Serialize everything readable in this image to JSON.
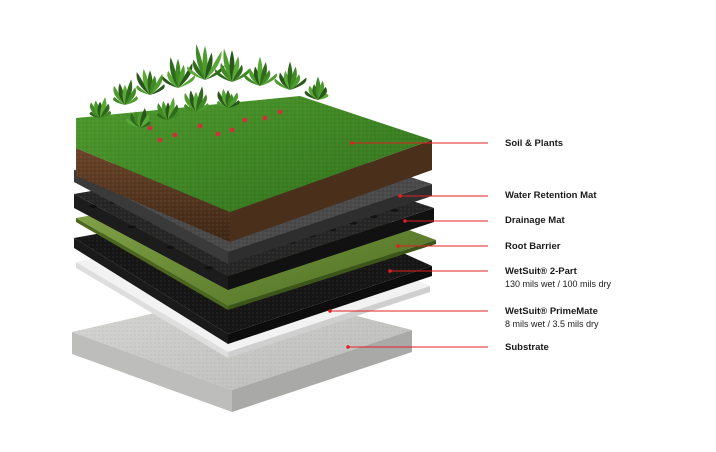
{
  "diagram": {
    "layers": [
      {
        "id": "soil",
        "name": "Soil & Plants",
        "detail": ""
      },
      {
        "id": "water",
        "name": "Water Retention Mat",
        "detail": ""
      },
      {
        "id": "drain",
        "name": "Drainage Mat",
        "detail": ""
      },
      {
        "id": "root",
        "name": "Root Barrier",
        "detail": ""
      },
      {
        "id": "wetsuit",
        "name": "WetSuit® 2-Part",
        "detail": "130 mils wet / 100 mils dry"
      },
      {
        "id": "prime",
        "name": "WetSuit® PrimeMate",
        "detail": "8 mils wet / 3.5 mils dry"
      },
      {
        "id": "substrate",
        "name": "Substrate",
        "detail": ""
      }
    ],
    "colors": {
      "leader": "#e02020",
      "grass": "#3f8a25",
      "soil": "#5a3a22",
      "mat": "#2b2b2b",
      "root": "#6c8f3a",
      "membrane": "#141414",
      "primer": "#eeeeee",
      "concrete": "#c9c9c7"
    }
  }
}
